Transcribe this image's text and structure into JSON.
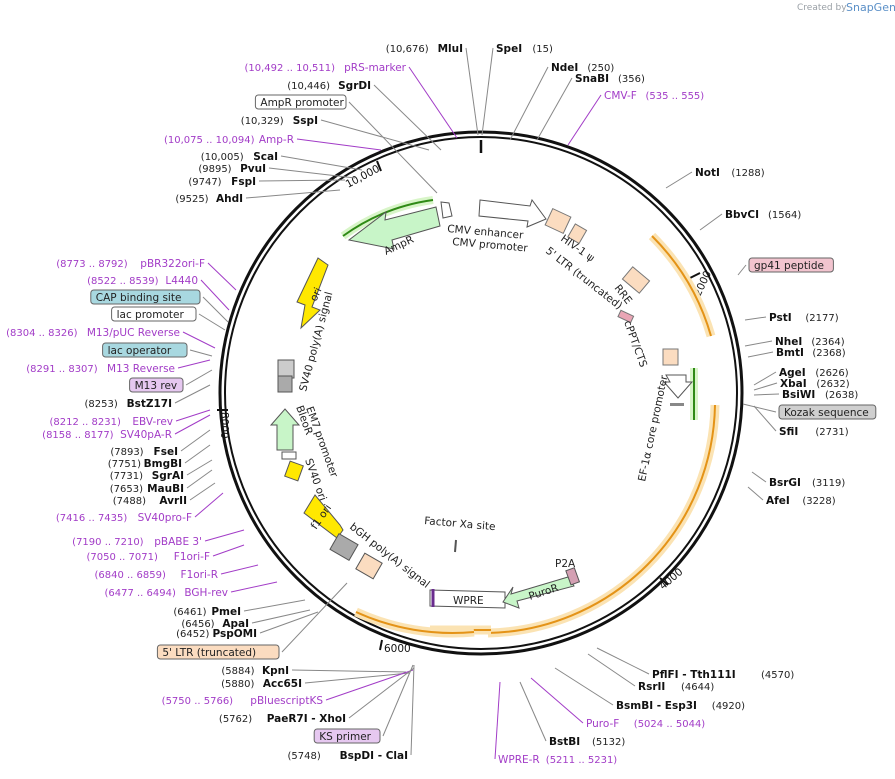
{
  "credit": {
    "created_by": "Created by",
    "brand": "SnapGene"
  },
  "sites": [
    {
      "name": "MluI",
      "pos": "(10,676)",
      "kind": "enzyme",
      "side": "L"
    },
    {
      "name": "pRS-marker",
      "pos": "(10,492 .. 10,511)",
      "kind": "primer",
      "side": "L"
    },
    {
      "name": "SgrDI",
      "pos": "(10,446)",
      "kind": "enzyme",
      "side": "L"
    },
    {
      "name": "AmpR promoter",
      "pos": "",
      "kind": "box",
      "side": "L"
    },
    {
      "name": "SspI",
      "pos": "(10,329)",
      "kind": "enzyme",
      "side": "L"
    },
    {
      "name": "Amp-R",
      "pos": "(10,075 .. 10,094)",
      "kind": "primer",
      "side": "L"
    },
    {
      "name": "ScaI",
      "pos": "(10,005)",
      "kind": "enzyme",
      "side": "L"
    },
    {
      "name": "PvuI",
      "pos": "(9895)",
      "kind": "enzyme",
      "side": "L"
    },
    {
      "name": "FspI",
      "pos": "(9747)",
      "kind": "enzyme",
      "side": "L"
    },
    {
      "name": "AhdI",
      "pos": "(9525)",
      "kind": "enzyme",
      "side": "L"
    },
    {
      "name": "pBR322ori-F",
      "pos": "(8773 .. 8792)",
      "kind": "primer",
      "side": "L"
    },
    {
      "name": "L4440",
      "pos": "(8522 .. 8539)",
      "kind": "primer",
      "side": "L"
    },
    {
      "name": "CAP binding site",
      "pos": "",
      "kind": "box-teal",
      "side": "L"
    },
    {
      "name": "lac promoter",
      "pos": "",
      "kind": "box",
      "side": "L"
    },
    {
      "name": "M13/pUC Reverse",
      "pos": "(8304 .. 8326)",
      "kind": "primer",
      "side": "L"
    },
    {
      "name": "lac operator",
      "pos": "",
      "kind": "box-teal",
      "side": "L"
    },
    {
      "name": "M13 Reverse",
      "pos": "(8291 .. 8307)",
      "kind": "primer",
      "side": "L"
    },
    {
      "name": "M13 rev",
      "pos": "",
      "kind": "box-purple",
      "side": "L"
    },
    {
      "name": "BstZ17I",
      "pos": "(8253)",
      "kind": "enzyme",
      "side": "L"
    },
    {
      "name": "EBV-rev",
      "pos": "(8212 .. 8231)",
      "kind": "primer",
      "side": "L"
    },
    {
      "name": "SV40pA-R",
      "pos": "(8158 .. 8177)",
      "kind": "primer",
      "side": "L"
    },
    {
      "name": "FseI",
      "pos": "(7893)",
      "kind": "enzyme",
      "side": "L"
    },
    {
      "name": "BmgBI",
      "pos": "(7751)",
      "kind": "enzyme",
      "side": "L"
    },
    {
      "name": "SgrAI",
      "pos": "(7731)",
      "kind": "enzyme",
      "side": "L"
    },
    {
      "name": "MauBI",
      "pos": "(7653)",
      "kind": "enzyme",
      "side": "L"
    },
    {
      "name": "AvrII",
      "pos": "(7488)",
      "kind": "enzyme",
      "side": "L"
    },
    {
      "name": "SV40pro-F",
      "pos": "(7416 .. 7435)",
      "kind": "primer",
      "side": "L"
    },
    {
      "name": "pBABE 3'",
      "pos": "(7190 .. 7210)",
      "kind": "primer",
      "side": "L"
    },
    {
      "name": "F1ori-F",
      "pos": "(7050 .. 7071)",
      "kind": "primer",
      "side": "L"
    },
    {
      "name": "F1ori-R",
      "pos": "(6840 .. 6859)",
      "kind": "primer",
      "side": "L"
    },
    {
      "name": "BGH-rev",
      "pos": "(6477 .. 6494)",
      "kind": "primer",
      "side": "L"
    },
    {
      "name": "PmeI",
      "pos": "(6461)",
      "kind": "enzyme",
      "side": "L"
    },
    {
      "name": "ApaI",
      "pos": "(6456)",
      "kind": "enzyme",
      "side": "L"
    },
    {
      "name": "PspOMI",
      "pos": "(6452)",
      "kind": "enzyme",
      "side": "L"
    },
    {
      "name": "5' LTR (truncated)",
      "pos": "",
      "kind": "box-orange",
      "side": "L"
    },
    {
      "name": "KpnI",
      "pos": "(5884)",
      "kind": "enzyme",
      "side": "L"
    },
    {
      "name": "Acc65I",
      "pos": "(5880)",
      "kind": "enzyme",
      "side": "L"
    },
    {
      "name": "pBluescriptKS",
      "pos": "(5750 .. 5766)",
      "kind": "primer",
      "side": "L"
    },
    {
      "name": "PaeR7I - XhoI",
      "pos": "(5762)",
      "kind": "enzyme",
      "side": "L"
    },
    {
      "name": "KS primer",
      "pos": "",
      "kind": "box-purple",
      "side": "L"
    },
    {
      "name": "BspDI - ClaI",
      "pos": "(5748)",
      "kind": "enzyme",
      "side": "L"
    },
    {
      "name": "SpeI",
      "pos": "(15)",
      "kind": "enzyme",
      "side": "R"
    },
    {
      "name": "NdeI",
      "pos": "(250)",
      "kind": "enzyme",
      "side": "R"
    },
    {
      "name": "SnaBI",
      "pos": "(356)",
      "kind": "enzyme",
      "side": "R"
    },
    {
      "name": "CMV-F",
      "pos": "(535 .. 555)",
      "kind": "primer",
      "side": "R"
    },
    {
      "name": "NotI",
      "pos": "(1288)",
      "kind": "enzyme",
      "side": "R"
    },
    {
      "name": "BbvCI",
      "pos": "(1564)",
      "kind": "enzyme",
      "side": "R"
    },
    {
      "name": "gp41 peptide",
      "pos": "",
      "kind": "box-pink",
      "side": "R"
    },
    {
      "name": "PstI",
      "pos": "(2177)",
      "kind": "enzyme",
      "side": "R"
    },
    {
      "name": "NheI",
      "pos": "(2364)",
      "kind": "enzyme",
      "side": "R"
    },
    {
      "name": "BmtI",
      "pos": "(2368)",
      "kind": "enzyme",
      "side": "R"
    },
    {
      "name": "AgeI",
      "pos": "(2626)",
      "kind": "enzyme",
      "side": "R"
    },
    {
      "name": "XbaI",
      "pos": "(2632)",
      "kind": "enzyme",
      "side": "R"
    },
    {
      "name": "BsiWI",
      "pos": "(2638)",
      "kind": "enzyme",
      "side": "R"
    },
    {
      "name": "Kozak sequence",
      "pos": "",
      "kind": "box-gray",
      "side": "R"
    },
    {
      "name": "SfiI",
      "pos": "(2731)",
      "kind": "enzyme",
      "side": "R"
    },
    {
      "name": "BsrGI",
      "pos": "(3119)",
      "kind": "enzyme",
      "side": "R"
    },
    {
      "name": "AfeI",
      "pos": "(3228)",
      "kind": "enzyme",
      "side": "R"
    },
    {
      "name": "PflFI - Tth111I",
      "pos": "(4570)",
      "kind": "enzyme",
      "side": "R"
    },
    {
      "name": "RsrII",
      "pos": "(4644)",
      "kind": "enzyme",
      "side": "R"
    },
    {
      "name": "BsmBI - Esp3I",
      "pos": "(4920)",
      "kind": "enzyme",
      "side": "R"
    },
    {
      "name": "Puro-F",
      "pos": "(5024 .. 5044)",
      "kind": "primer",
      "side": "R"
    },
    {
      "name": "BstBI",
      "pos": "(5132)",
      "kind": "enzyme",
      "side": "R"
    },
    {
      "name": "WPRE-R",
      "pos": "(5211 .. 5231)",
      "kind": "primer",
      "side": "R"
    }
  ],
  "features": {
    "cmv": "CMV enhancer",
    "cmvp": "CMV promoter",
    "hiv": "HIV-1 ψ",
    "ltr5": "5' LTR (truncated)",
    "rre": "RRE",
    "cppt": "cPPT/CTS",
    "ef1a": "EF-1α core promoter",
    "ampr": "AmpR",
    "ori": "ori",
    "sv40pa": "SV40 poly(A) signal",
    "em7": "EM7 promoter",
    "bleor": "BleoR",
    "sv40ori": "SV40 ori",
    "f1ori": "f1 ori",
    "bgh": "bGH poly(A) signal",
    "factorxa": "Factor Xa site",
    "wpre": "WPRE",
    "puror": "PuroR",
    "p2a": "P2A"
  },
  "ticks": [
    "2000",
    "4000",
    "6000",
    "8000",
    "10,000"
  ],
  "colors": {
    "enzyme_line": "#888888",
    "primer": "#a23cc7",
    "promoter_fill": "#ffffff",
    "marker_green": "#c8f5c8",
    "ori_yellow": "#ffe800",
    "misc_orange": "#fbdcc0",
    "orf_highlight": "#fbe3b3"
  }
}
